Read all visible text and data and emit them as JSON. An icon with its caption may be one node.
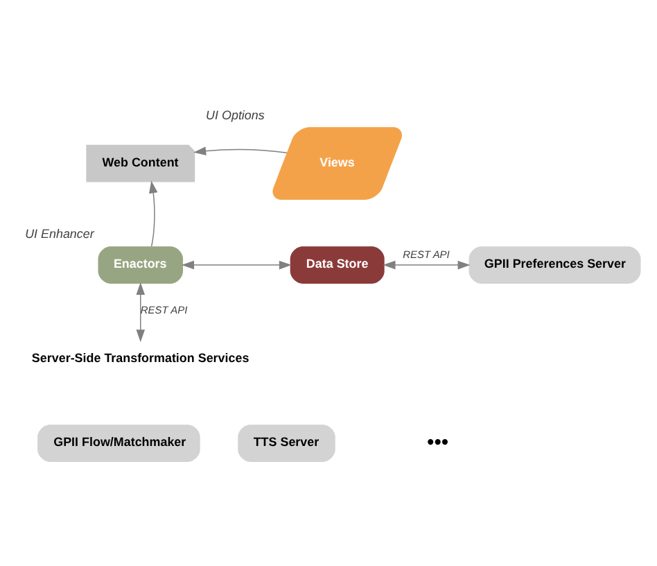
{
  "diagram": {
    "nodes": [
      {
        "text": [
          "Web Content"
        ]
      },
      {
        "text": [
          "Views"
        ],
        "beside": [
          "UI Options"
        ]
      },
      {
        "text": [
          "Enactors"
        ],
        "beside": [
          "UI Enhancer"
        ]
      },
      {
        "text": [
          "Data Store"
        ]
      },
      {
        "text": [
          "GPII Preferences Server"
        ]
      },
      {
        "text": [
          "Server-Side Transformation Services"
        ]
      },
      {
        "text": [
          "GPII Flow/Matchmaker"
        ]
      },
      {
        "text": [
          "TTS Server"
        ]
      }
    ],
    "edges": [
      {
        "from": 1,
        "to": 0,
        "arrow": "to"
      },
      {
        "from": 2,
        "to": 0,
        "arrow": "to"
      },
      {
        "from": 2,
        "to": 3,
        "arrow": "both"
      },
      {
        "from": 3,
        "to": 4,
        "arrow": "both",
        "label": "REST API"
      },
      {
        "from": 2,
        "to": 5,
        "arrow": "both",
        "label": "REST API"
      }
    ],
    "labels": [
      "•••"
    ]
  }
}
